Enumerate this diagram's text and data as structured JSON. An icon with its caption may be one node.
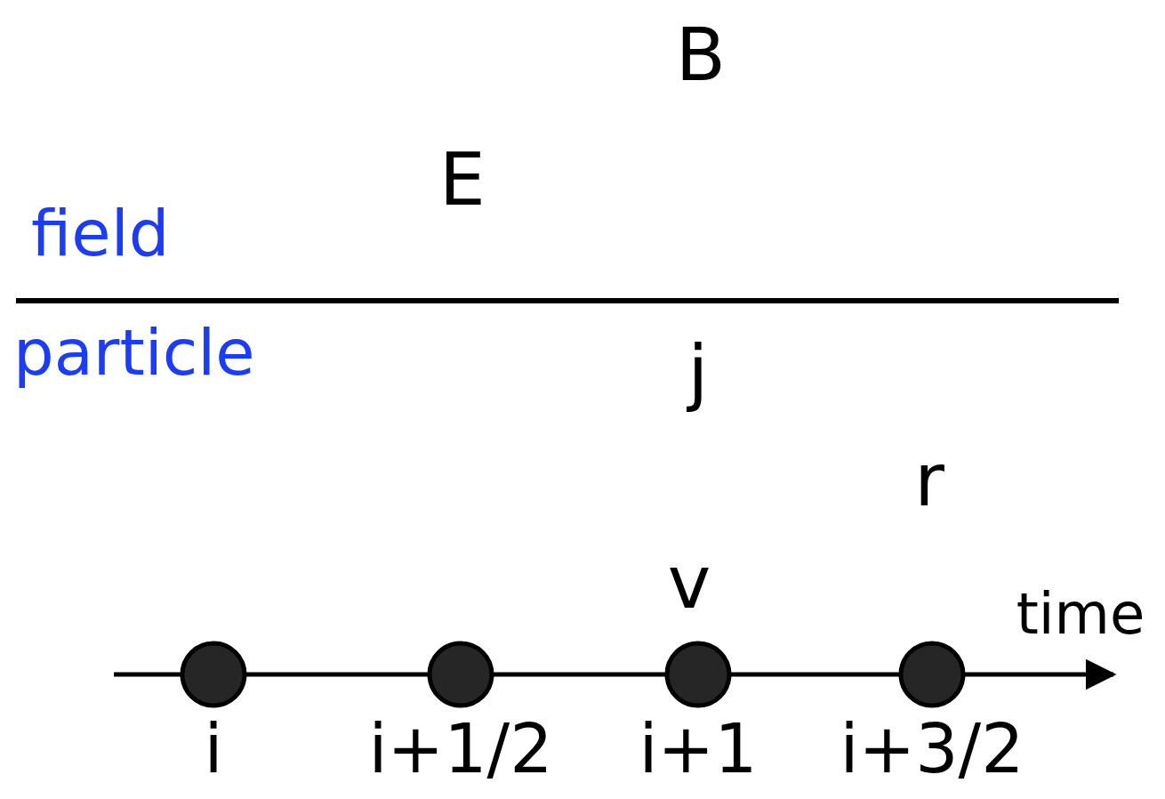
{
  "diagram": {
    "nodes": [
      {
        "text": [],
        "shape": "circle",
        "beside": [
          "i"
        ]
      },
      {
        "text": [],
        "shape": "circle",
        "beside": [
          "i+1/2"
        ]
      },
      {
        "text": [],
        "shape": "circle",
        "beside": [
          "i+1"
        ]
      },
      {
        "text": [],
        "shape": "circle",
        "beside": [
          "i+3/2"
        ]
      }
    ],
    "labels": [
      "B",
      "E",
      "field",
      "particle",
      "j",
      "r",
      "v",
      "time"
    ]
  }
}
